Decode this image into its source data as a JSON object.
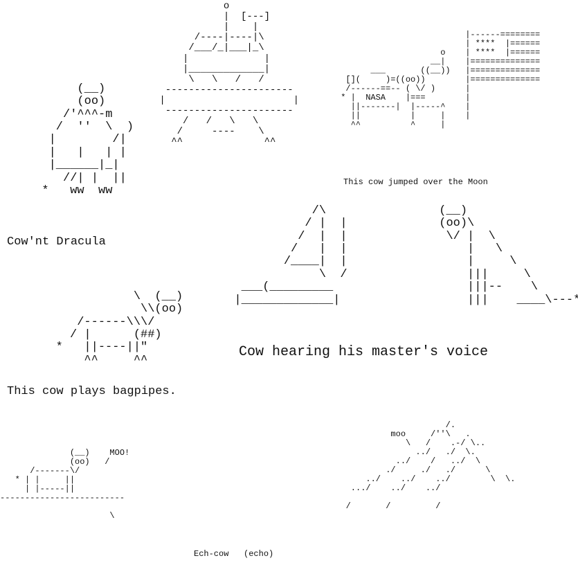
{
  "cow_dracula": {
    "art": "       (__)\n       (oo)\n     /'^^^-m\n    /  ''  \\  )\n   |        /|\n   |   |   | |\n   |______|_|\n     //| |  ||\n  *   ww  ww",
    "caption": "Cow'nt Dracula"
  },
  "spaceship_cow": {
    "art": "            o\n            |  [---]\n            |    |\n       /----|----|\\\n      /___/_|___|_\\\n     |             |\n     |_____________|\n      \\   \\   /   /\n  ----------------------\n |                      |\n  ----------------------\n     /   /   \\   \\\n    /     ----    \\\n   ^^              ^^"
  },
  "moon_cow": {
    "art": "                          |------========\n                          | ****  |======\n                     o    | ****  |======\n                   __|    |==============\n       ___       ((__))   |==============\n  [](     )=((oo))        |==============\n  /------==-- ( \\/ )      |\n * |  NASA    |===        |\n   ||-------|  |-----^    |\n   ||          |     |    |\n   ^^          ^     |",
    "caption": "This cow jumped over the Moon"
  },
  "bagpipe_cow": {
    "art": "              \\  (__)\n               \\\\(oo)\n      /------\\\\\\/\n     / |      (##)\n   *   ||----||\"\n       ^^     ^^",
    "caption": "This cow plays bagpipes."
  },
  "master_voice": {
    "art": "             /\\                (__)\n            / |  |             (oo)\\\n           /  |  |              \\/ |  \\\n          /   |  |                 |   \\\n         /____|  |                 |     \\\n              \\  /                 |||     \\\n   ___(_________                   |||--    \\\n  |_____________|                  |||    ____\\---*",
    "caption": "Cow hearing his master's voice"
  },
  "moo_cow": {
    "art": "              (__)    MOO!\n              (oo)   /\n      /-------\\/\n   * | |     ||\n     | |-----||\n-------------------------\n\n                      \\"
  },
  "echo_cow": {
    "art": "                       /.\n            moo     /''\\   .\n               \\   /    .-/ \\..\n                 ../   ./  \\.\n             ../    /   ../  \\\n           ./     ./   ./      \\\n       ../    ../    ../        \\  \\.\n    .../    ../    ../\n\n   /       /         /"
  },
  "echo_caption": "Ech-cow   (echo)"
}
